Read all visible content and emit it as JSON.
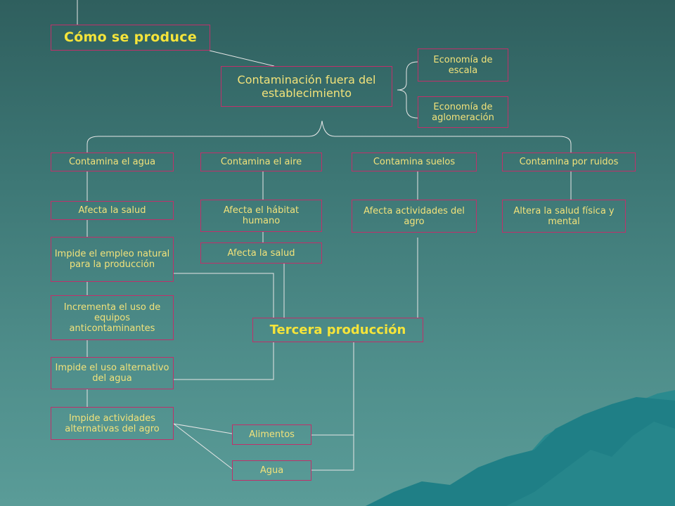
{
  "diagram": {
    "title": "Cómo se produce",
    "central": "Contaminación fuera del establecimiento",
    "economies": [
      "Economía de escala",
      "Economía de aglomeración"
    ],
    "categories": [
      "Contamina el agua",
      "Contamina el aire",
      "Contamina suelos",
      "Contamina por ruidos"
    ],
    "agua_effects": [
      "Afecta la salud",
      "Impide el empleo natural para la producción",
      "Incrementa el uso de equipos anticontaminantes",
      "Impide el uso alternativo del agua",
      "Impide actividades alternativas del agro"
    ],
    "aire_effects": [
      "Afecta el hábitat humano",
      "Afecta la salud"
    ],
    "suelos_effect": "Afecta actividades del agro",
    "ruidos_effect": "Altera la salud física y mental",
    "result": "Tercera producción",
    "outputs": [
      "Alimentos",
      "Agua"
    ]
  },
  "colors": {
    "box_border": "#c0306a",
    "text": "#f2e27a",
    "title_text": "#f5e43a",
    "connector": "#e6e6e6"
  }
}
